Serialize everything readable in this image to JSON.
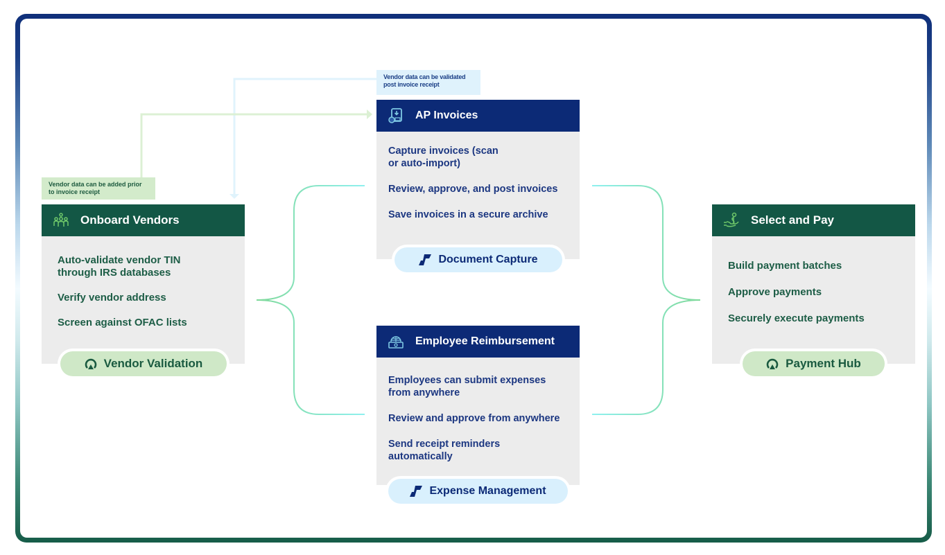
{
  "notes": {
    "post_receipt": "Vendor data can be validated post invoice receipt",
    "prior_receipt": "Vendor data can be added prior to invoice receipt"
  },
  "cards": {
    "onboard_vendors": {
      "title": "Onboard Vendors",
      "icon": "people-group-icon",
      "items": [
        "Auto-validate vendor TIN through IRS databases",
        "Verify vendor address",
        "Screen against OFAC lists"
      ],
      "product": "Vendor Validation",
      "product_icon": "arch-logo-icon"
    },
    "ap_invoices": {
      "title": "AP Invoices",
      "icon": "invoice-document-icon",
      "items": [
        "Capture invoices (scan or auto-import)",
        "Review, approve, and post invoices",
        "Save invoices in a secure archive"
      ],
      "product": "Document Capture",
      "product_icon": "stair-logo-icon"
    },
    "employee_reimbursement": {
      "title": "Employee Reimbursement",
      "icon": "globe-money-icon",
      "items": [
        "Employees can submit expenses from anywhere",
        "Review and approve from anywhere",
        "Send receipt reminders automatically"
      ],
      "product": "Expense Management",
      "product_icon": "stair-logo-icon"
    },
    "select_and_pay": {
      "title": "Select and Pay",
      "icon": "hand-money-icon",
      "items": [
        "Build payment batches",
        "Approve payments",
        "Securely execute payments"
      ],
      "product": "Payment Hub",
      "product_icon": "arch-logo-icon"
    }
  },
  "colors": {
    "navy": "#0c2a76",
    "dark_green": "#135745",
    "card_bg": "#ececec",
    "pill_blue": "#d9f0fd",
    "pill_green": "#cfe8c7",
    "connector_green": "#7fd99a",
    "connector_cyan": "#8ff0ef"
  }
}
